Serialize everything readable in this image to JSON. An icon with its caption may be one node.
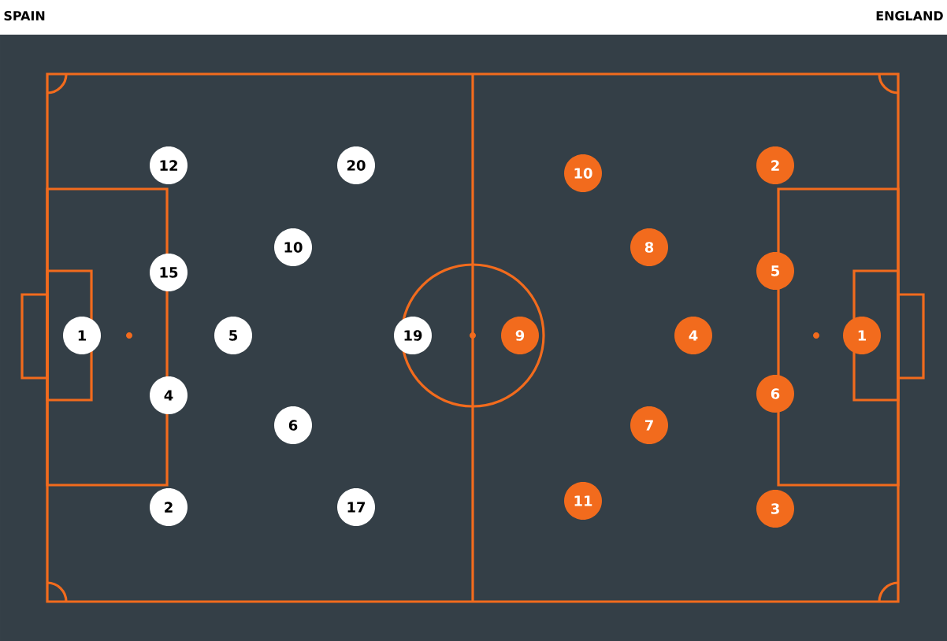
{
  "diagram": {
    "nodes": [
      {
        "text": [
          "12"
        ]
      },
      {
        "text": [
          "20"
        ]
      },
      {
        "text": [
          "10"
        ]
      },
      {
        "text": [
          "15"
        ]
      },
      {
        "text": [
          "1"
        ]
      },
      {
        "text": [
          "5"
        ]
      },
      {
        "text": [
          "19"
        ]
      },
      {
        "text": [
          "4"
        ]
      },
      {
        "text": [
          "6"
        ]
      },
      {
        "text": [
          "2"
        ]
      },
      {
        "text": [
          "17"
        ]
      },
      {
        "text": [
          "10"
        ]
      },
      {
        "text": [
          "2"
        ]
      },
      {
        "text": [
          "8"
        ]
      },
      {
        "text": [
          "5"
        ]
      },
      {
        "text": [
          "9"
        ]
      },
      {
        "text": [
          "4"
        ]
      },
      {
        "text": [
          "1"
        ]
      },
      {
        "text": [
          "6"
        ]
      },
      {
        "text": [
          "7"
        ]
      },
      {
        "text": [
          "11"
        ]
      },
      {
        "text": [
          "3"
        ]
      }
    ],
    "labels": [
      "SPAIN",
      "ENGLAND"
    ]
  }
}
